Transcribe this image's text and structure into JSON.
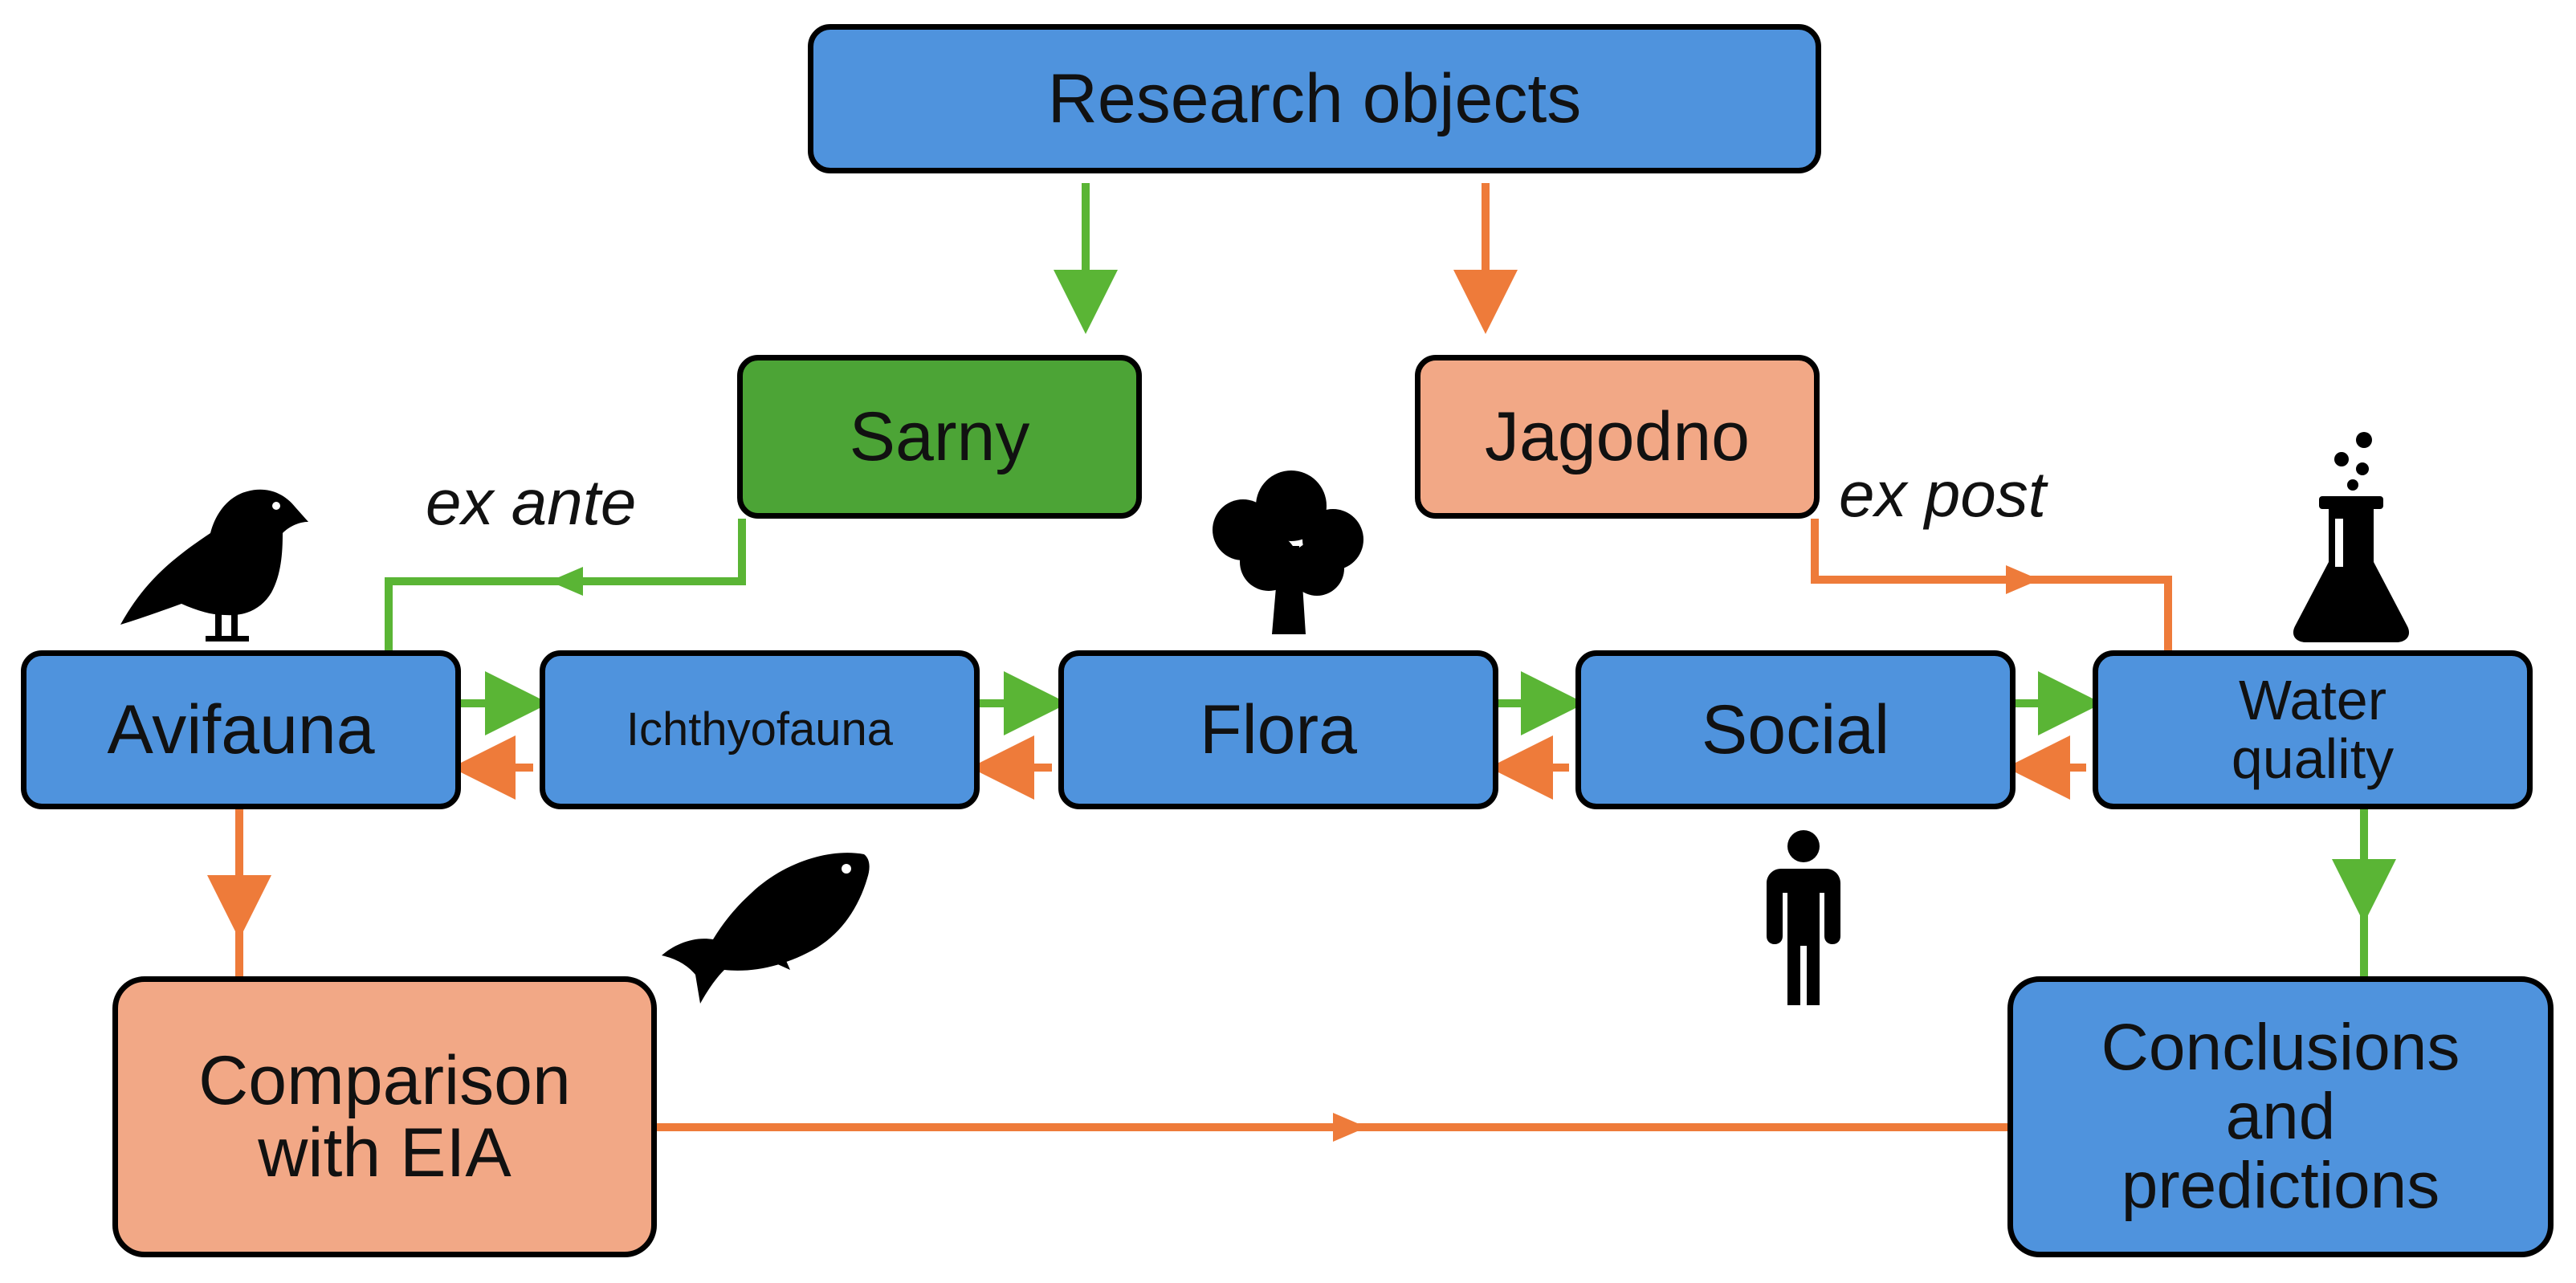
{
  "nodes": {
    "research": "Research objects",
    "sarny": "Sarny",
    "jagodno": "Jagodno",
    "avifauna": "Avifauna",
    "ichthyofauna": "Ichthyofauna",
    "flora": "Flora",
    "social": "Social",
    "water": "Water\nquality",
    "comparison": "Comparison\nwith EIA",
    "conclusions": "Conclusions\nand\npredictions"
  },
  "labels": {
    "ex_ante": "ex ante",
    "ex_post": "ex post"
  },
  "colors": {
    "blue_node": "#4f93dd",
    "green_node": "#4ca436",
    "salmon_node": "#f2a886",
    "green_arrow": "#5ab535",
    "orange_arrow": "#ee7b3a",
    "outline": "#000000"
  },
  "icons": [
    "bird-icon",
    "tree-icon",
    "flask-icon",
    "fish-icon",
    "person-icon"
  ]
}
